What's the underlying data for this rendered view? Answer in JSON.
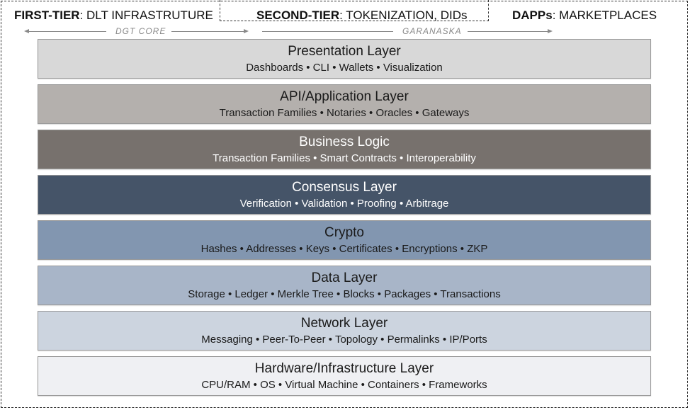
{
  "tiers": [
    {
      "bold": "FIRST-TIER",
      "rest": ": DLT INFRASTRUTURE"
    },
    {
      "bold": "SECOND-TIER",
      "rest": ": TOKENIZATION, DIDs"
    },
    {
      "bold": "DAPPs",
      "rest": ": MARKETPLACES"
    }
  ],
  "arrows": [
    {
      "label": "DGT CORE"
    },
    {
      "label": "GARANASKA"
    }
  ],
  "layers": [
    {
      "title": "Presentation Layer",
      "items": "Dashboards • CLI • Wallets • Visualization",
      "color": "#d8d8d8"
    },
    {
      "title": "API/Application Layer",
      "items": "Transaction Families • Notaries • Oracles •  Gateways",
      "color": "#b4b0ad"
    },
    {
      "title": "Business Logic",
      "items": "Transaction Families • Smart Contracts • Interoperability",
      "color": "#77716d"
    },
    {
      "title": "Consensus Layer",
      "items": "Verification • Validation • Proofing • Arbitrage",
      "color": "#455468"
    },
    {
      "title": "Crypto",
      "items": "Hashes • Addresses • Keys • Certificates • Encryptions • ZKP",
      "color": "#8296b0"
    },
    {
      "title": "Data Layer",
      "items": "Storage • Ledger • Merkle Tree • Blocks • Packages • Transactions",
      "color": "#a8b5c8"
    },
    {
      "title": "Network Layer",
      "items": "Messaging • Peer-To-Peer  • Topology • Permalinks • IP/Ports",
      "color": "#ccd4df"
    },
    {
      "title": "Hardware/Infrastructure Layer",
      "items": "CPU/RAM • OS • Virtual Machine • Containers • Frameworks",
      "color": "#eff0f3"
    }
  ]
}
